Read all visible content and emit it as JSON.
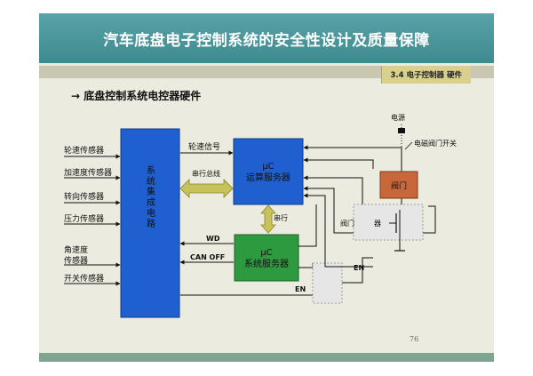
{
  "title": "汽车底盘电子控制系统的安全性设计及质量保障",
  "section_tab": "3.4 电子控制器 硬件",
  "heading": "→ 底盘控制系统电控器硬件",
  "page_number": "76",
  "sensors": [
    "轮速传感器",
    "加速度传感器",
    "转向传感器",
    "压力传感器",
    "角速度",
    "传感器",
    "开关传感器"
  ],
  "integration_circuit": "系统集成电路",
  "signals": {
    "wheel_speed": "轮速信号",
    "serial_bus": "串行总线",
    "serial": "串行",
    "wd": "WD",
    "can_off": "CAN OFF",
    "en1": "EN",
    "en2": "EN"
  },
  "uc_compute": {
    "line1": "μC",
    "line2": "运算服务器"
  },
  "uc_system": {
    "line1": "μC",
    "line2": "系统服务器"
  },
  "power": "电源",
  "solenoid_switch": "电磁阀门开关",
  "valve": "阀门",
  "valve_driver_a": "阀门",
  "valve_driver_b": "器",
  "colors": {
    "title_bg": "#4a979b",
    "block_blue": "#1f5fd0",
    "block_green": "#2e9a3f",
    "valve_brown": "#c8683a",
    "bus_yellow": "#c8c25a"
  }
}
